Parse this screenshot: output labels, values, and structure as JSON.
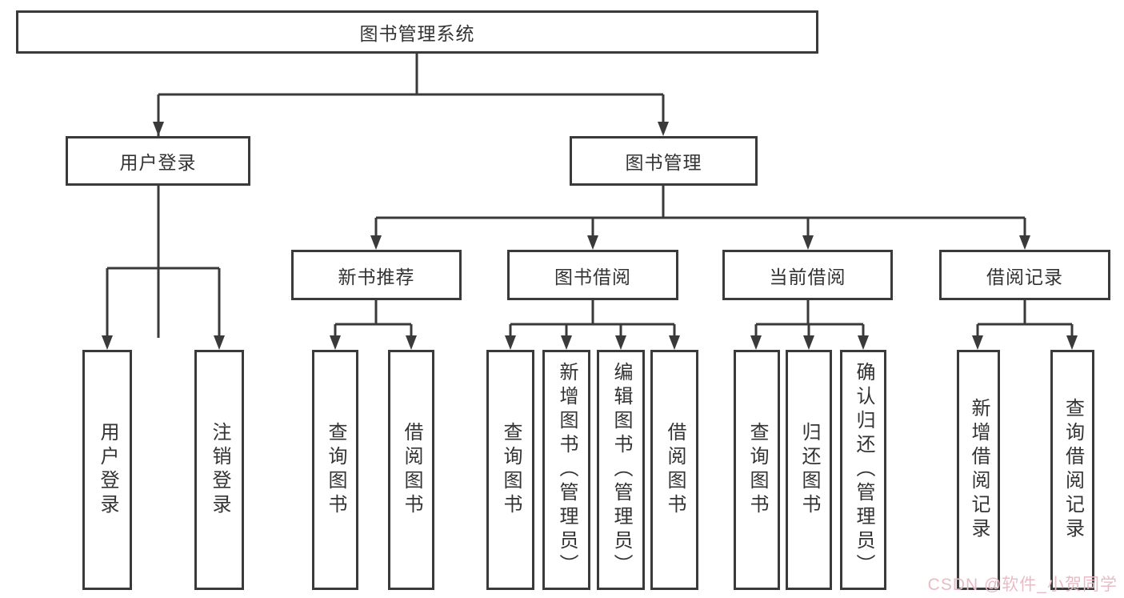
{
  "diagram": {
    "root": {
      "label": "图书管理系统"
    },
    "level2": [
      {
        "label": "用户登录"
      },
      {
        "label": "图书管理"
      }
    ],
    "level3": [
      {
        "label": "新书推荐"
      },
      {
        "label": "图书借阅"
      },
      {
        "label": "当前借阅"
      },
      {
        "label": "借阅记录"
      }
    ],
    "leaves": {
      "user_login": [
        "用户登录",
        "注销登录"
      ],
      "new_book_recommend": [
        "查询图书",
        "借阅图书"
      ],
      "book_borrow": [
        "查询图书",
        "新增图书（管理员）",
        "编辑图书（管理员）",
        "借阅图书"
      ],
      "current_borrow": [
        "查询图书",
        "归还图书",
        "确认归还（管理员）"
      ],
      "borrow_records": [
        "新增借阅记录",
        "查询借阅记录"
      ]
    }
  },
  "watermark": {
    "text": "CSDN @软件_小贺同学"
  },
  "colors": {
    "line": "#3a3a3a",
    "text": "#333333",
    "watermark": "#e9bcc5",
    "background": "#ffffff"
  }
}
